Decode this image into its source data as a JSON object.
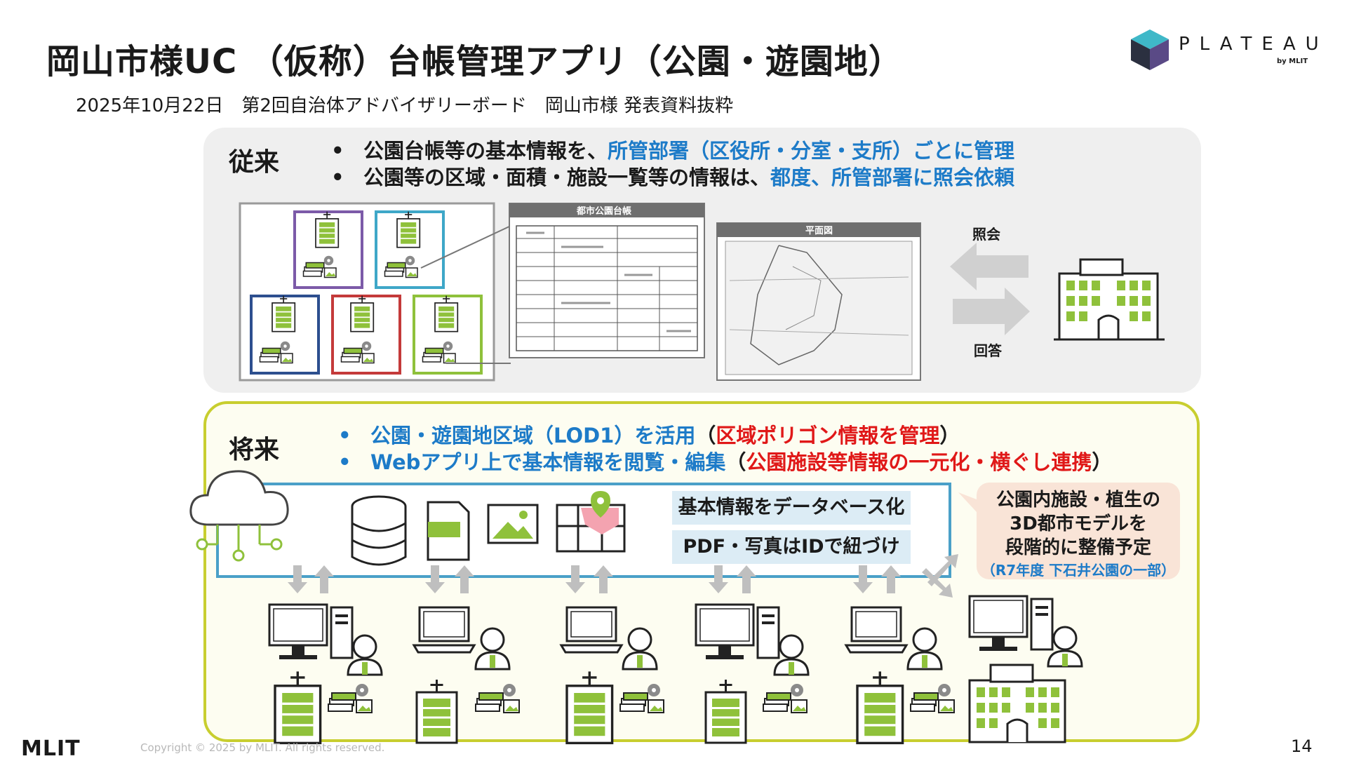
{
  "header": {
    "title": "岡山市様UC （仮称）台帳管理アプリ（公園・遊園地）",
    "subtitle": "2025年10月22日　第2回自治体アドバイザリーボード　岡山市様 発表資料抜粋",
    "logo_word": "PLATEAU",
    "logo_by": "by MLIT"
  },
  "before": {
    "label": "従来",
    "bullets": [
      {
        "plain": "公園台帳等の基本情報を、",
        "highlight": "所管部署（区役所・分室・支所）ごとに管理"
      },
      {
        "plain": "公園等の区域・面積・施設一覧等の情報は、",
        "highlight": "都度、所管部署に照会依頼"
      }
    ],
    "doc1_title": "都市公園台帳",
    "doc2_title": "平面図",
    "inquiry_label": "照会",
    "answer_label": "回答"
  },
  "future": {
    "label": "将来",
    "bullets": [
      {
        "blue": "公園・遊園地区域（LOD1）を活用",
        "open": "（",
        "red": "区域ポリゴン情報を管理",
        "close": "）"
      },
      {
        "blue": "Webアプリ上で基本情報を閲覧・編集",
        "open": "（",
        "red": "公園施設等情報の一元化・横ぐし連携",
        "close": "）"
      }
    ],
    "db_label": "基本情報をデータベース化",
    "id_label": "PDF・写真はIDで紐づけ",
    "callout_lines": [
      "公園内施設・植生の",
      "3D都市モデルを",
      "段階的に整備予定"
    ],
    "callout_note": "（R7年度 下石井公園の一部）"
  },
  "footer": {
    "org": "MLIT",
    "copyright": "Copyright © 2025 by MLIT. All rights reserved.",
    "page": "14"
  }
}
